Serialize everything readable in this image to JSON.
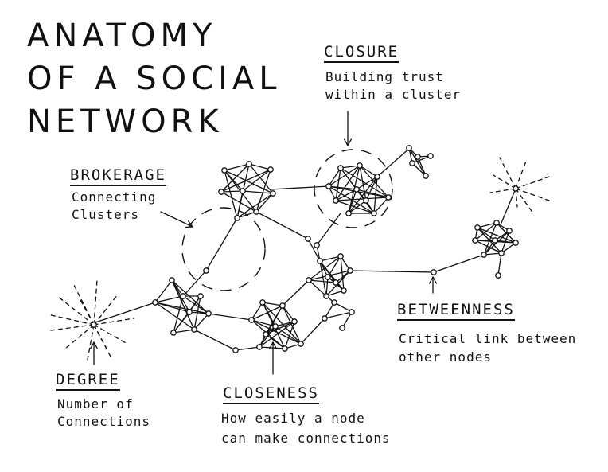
{
  "title_lines": [
    "ANATOMY",
    "OF A SOCIAL",
    "NETWORK"
  ],
  "callouts": {
    "closure": {
      "label": "CLOSURE",
      "lines": [
        "Building trust",
        "within a cluster"
      ]
    },
    "brokerage": {
      "label": "BROKERAGE",
      "lines": [
        "Connecting",
        "Clusters"
      ]
    },
    "degree": {
      "label": "DEGREE",
      "lines": [
        "Number of",
        "Connections"
      ]
    },
    "closeness": {
      "label": "CLOSENESS",
      "lines": [
        "How easily a node",
        "can make connections"
      ]
    },
    "betweenness": {
      "label": "BETWEENNESS",
      "lines": [
        "Critical link between",
        "other nodes"
      ]
    }
  },
  "colors": {
    "ink": "#111111",
    "paper": "#ffffff"
  }
}
